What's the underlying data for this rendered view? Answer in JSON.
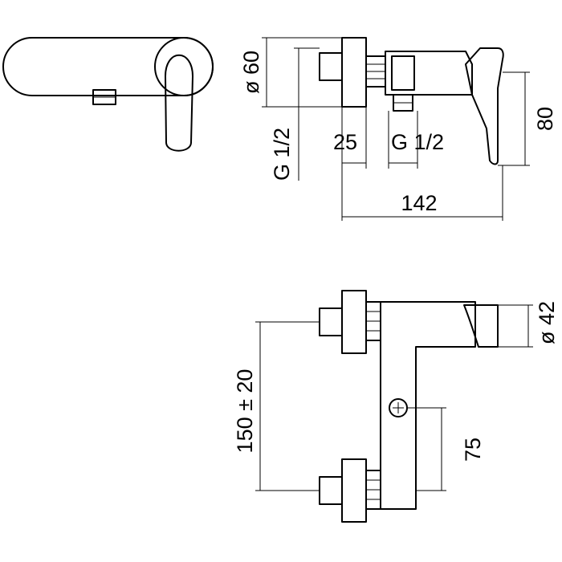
{
  "dimensions": {
    "side_diameter": "ø 60",
    "side_thread": "G 1/2",
    "side_depth": "25",
    "outlet_thread": "G 1/2",
    "height": "80",
    "length": "142",
    "front_diameter": "ø 42",
    "centers": "150 ± 20",
    "outlet_offset": "75"
  }
}
